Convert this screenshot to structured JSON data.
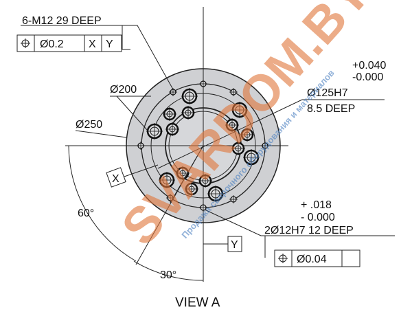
{
  "callouts": {
    "tapped_holes": "6-M12 29 DEEP",
    "fcf_top": {
      "symbol": "position",
      "tolerance": "Ø0.2",
      "datum1": "X",
      "datum2": "Y"
    },
    "d200": "Ø200",
    "d250": "Ø250",
    "bore": "Ø125H7",
    "bore_depth": "8.5 DEEP",
    "bore_tol_upper": "+0.040",
    "bore_tol_lower": "-0.000",
    "pin_tol_upper": "+ .018",
    "pin_tol_lower": "- 0.000",
    "pin_holes": "2Ø12H7  12 DEEP",
    "fcf_bottom": {
      "symbol": "position",
      "tolerance": "Ø0.04"
    },
    "datum_x": "X",
    "datum_y": "Y",
    "angle_60": "60°",
    "angle_30": "30°",
    "view_title": "VIEW A"
  },
  "watermark": {
    "brand": "SVARDOM.BY",
    "tagline": "Продажа сварочного оборудования и материалов"
  }
}
